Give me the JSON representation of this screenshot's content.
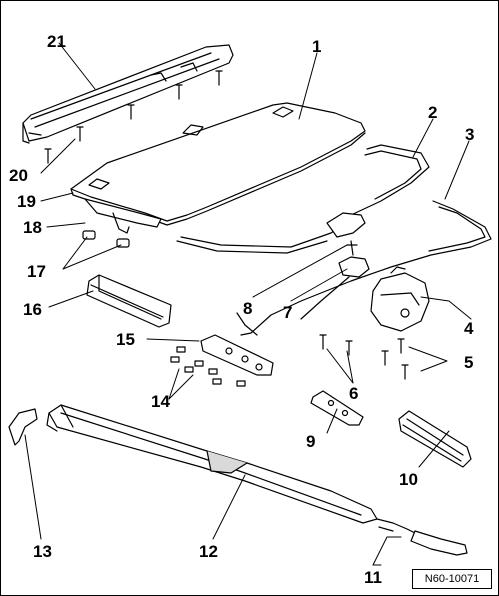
{
  "figure": {
    "doc_id": "N60-10071",
    "callouts": [
      "1",
      "2",
      "3",
      "4",
      "5",
      "6",
      "7",
      "8",
      "9",
      "10",
      "11",
      "12",
      "13",
      "14",
      "15",
      "16",
      "17",
      "18",
      "19",
      "20",
      "21"
    ]
  },
  "colors": {
    "line": "#000000",
    "part_fill": "#ffffff",
    "shade": "#d9d9d9"
  }
}
